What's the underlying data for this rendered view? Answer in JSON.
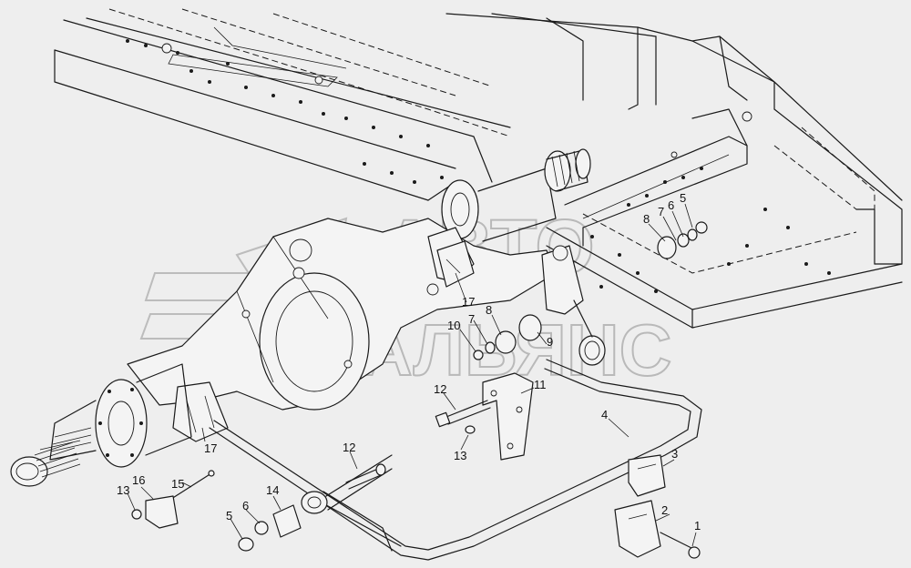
{
  "watermark": {
    "line1": "АВТО",
    "line2": "АЛЬЯНС"
  },
  "callouts": [
    {
      "id": "c1",
      "label": "1"
    },
    {
      "id": "c2",
      "label": "2"
    },
    {
      "id": "c3",
      "label": "3"
    },
    {
      "id": "c4",
      "label": "4"
    },
    {
      "id": "c5a",
      "label": "5"
    },
    {
      "id": "c6a",
      "label": "6"
    },
    {
      "id": "c7a",
      "label": "7"
    },
    {
      "id": "c8a",
      "label": "8"
    },
    {
      "id": "c17a",
      "label": "17"
    },
    {
      "id": "c8b",
      "label": "8"
    },
    {
      "id": "c7b",
      "label": "7"
    },
    {
      "id": "c10",
      "label": "10"
    },
    {
      "id": "c9",
      "label": "9"
    },
    {
      "id": "c11",
      "label": "11"
    },
    {
      "id": "c12a",
      "label": "12"
    },
    {
      "id": "c13a",
      "label": "13"
    },
    {
      "id": "c17b",
      "label": "17"
    },
    {
      "id": "c15",
      "label": "15"
    },
    {
      "id": "c16",
      "label": "16"
    },
    {
      "id": "c13b",
      "label": "13"
    },
    {
      "id": "c12b",
      "label": "12"
    },
    {
      "id": "c14",
      "label": "14"
    },
    {
      "id": "c6b",
      "label": "6"
    },
    {
      "id": "c5b",
      "label": "5"
    }
  ]
}
